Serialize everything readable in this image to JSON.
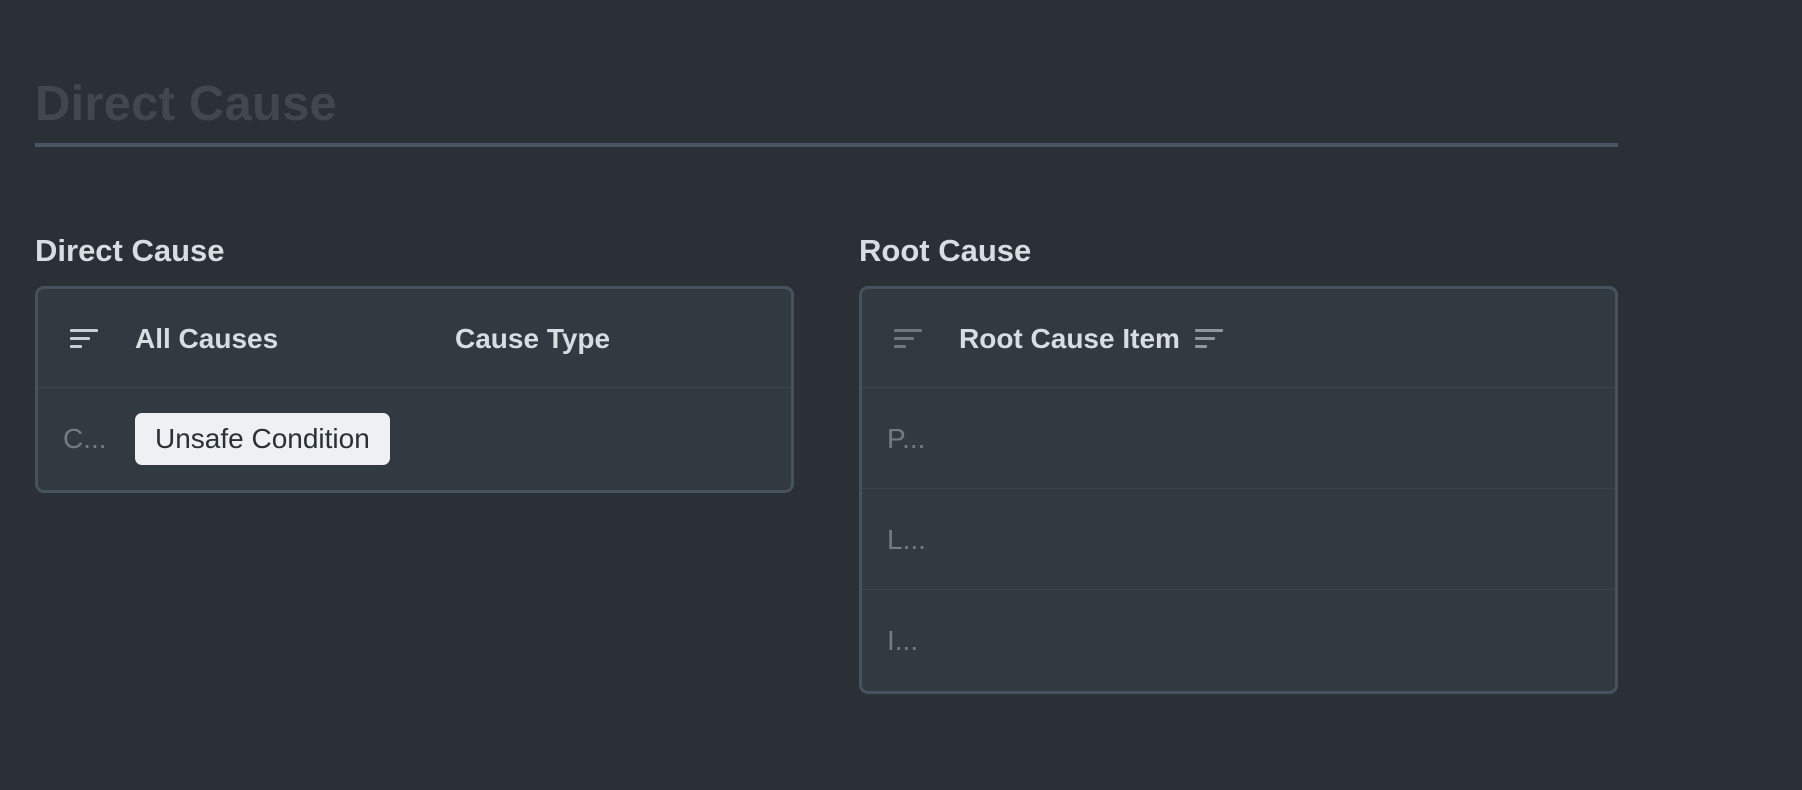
{
  "page": {
    "title": "Direct Cause"
  },
  "direct_cause": {
    "label": "Direct Cause",
    "columns": [
      "All Causes",
      "Cause Type"
    ],
    "rows": [
      {
        "key": "C...",
        "tag": "Unsafe Condition"
      }
    ]
  },
  "root_cause": {
    "label": "Root Cause",
    "column": "Root Cause Item",
    "rows": [
      {
        "key": "P..."
      },
      {
        "key": "L..."
      },
      {
        "key": "I..."
      }
    ]
  },
  "colors": {
    "background": "#2a3036",
    "card": "#313a41",
    "card_border": "#46525c",
    "tag_background": "#eef0f3",
    "heading_text": "#d8dde2",
    "muted_text": "#727c85"
  },
  "icons": {
    "sort": "sort-lines-icon"
  }
}
